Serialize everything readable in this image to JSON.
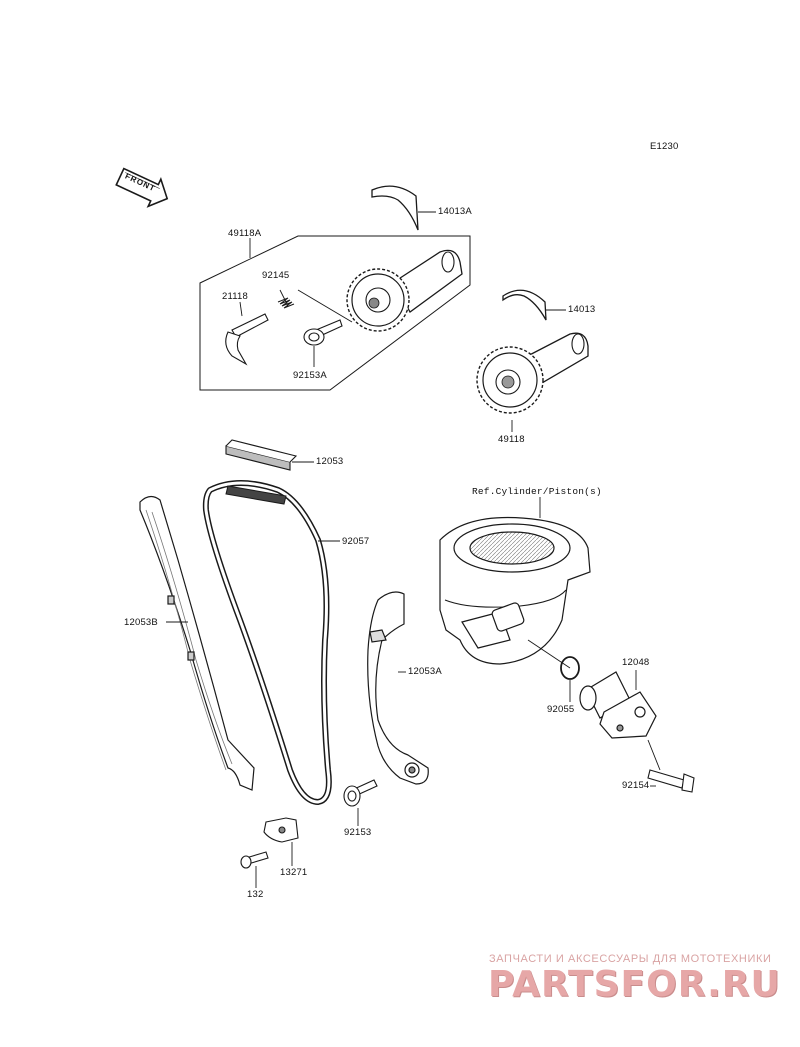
{
  "diagram": {
    "code": "E1230",
    "front_label": "FRONT",
    "reference_note": "Ref.Cylinder/Piston(s)"
  },
  "parts": {
    "p14013A": "14013A",
    "p49118A": "49118A",
    "p92145": "92145",
    "p21118": "21118",
    "p92153A": "92153A",
    "p14013": "14013",
    "p49118": "49118",
    "p12053": "12053",
    "p92057": "92057",
    "p12053B": "12053B",
    "p12053A": "12053A",
    "p12048": "12048",
    "p92055": "92055",
    "p92154": "92154",
    "p92153": "92153",
    "p13271": "13271",
    "p132": "132"
  },
  "watermark": {
    "tagline": "ЗАПЧАСТИ И АКСЕССУАРЫ ДЛЯ МОТОТЕХНИКИ",
    "brand": "PARTSFOR.RU"
  },
  "colors": {
    "line": "#1a1a1a",
    "part_fill": "#ffffff",
    "shade": "#bdbdbd",
    "watermark": "#e6a7a7"
  }
}
